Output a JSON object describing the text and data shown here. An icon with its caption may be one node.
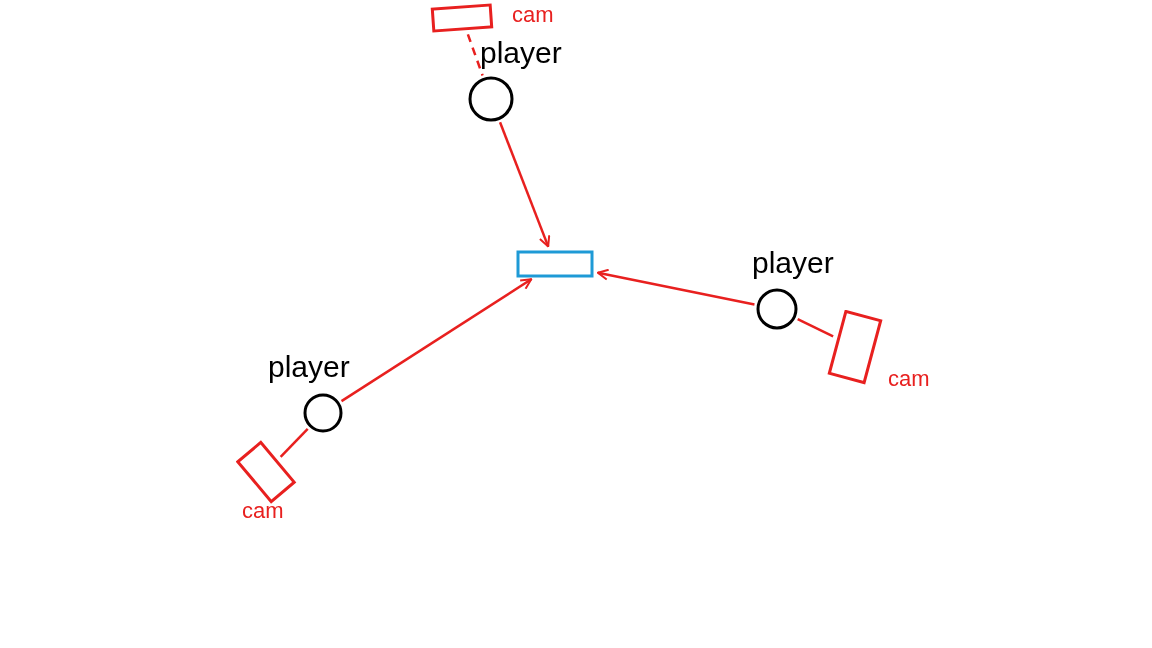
{
  "diagram": {
    "nodes": [
      {
        "text": [
          "cam"
        ]
      },
      {
        "text": [
          "player"
        ]
      },
      {
        "text": [],
        "shape": "box"
      },
      {
        "text": [
          "player"
        ]
      },
      {
        "text": [
          "cam"
        ]
      },
      {
        "text": [
          "player"
        ]
      },
      {
        "text": [
          "cam"
        ]
      }
    ],
    "edges": [
      {
        "from": 0,
        "to": 1,
        "arrow": "none",
        "style": "dashed"
      },
      {
        "from": 1,
        "to": 2,
        "arrow": "to"
      },
      {
        "from": 3,
        "to": 2,
        "arrow": "to"
      },
      {
        "from": 5,
        "to": 2,
        "arrow": "to"
      },
      {
        "from": 4,
        "to": 3,
        "arrow": "none"
      },
      {
        "from": 6,
        "to": 5,
        "arrow": "none"
      }
    ]
  }
}
